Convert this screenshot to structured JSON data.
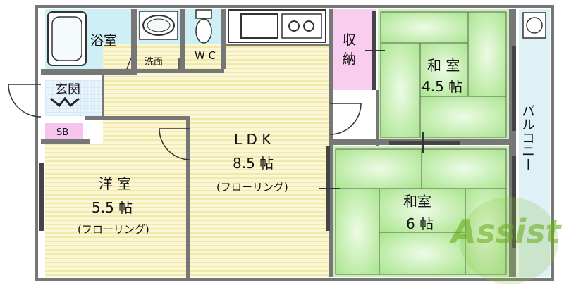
{
  "rooms": {
    "bath": "浴室",
    "washroom": "洗面",
    "wc": "W C",
    "entrance": "玄関",
    "shoebox": "SB",
    "storage_line1": "収",
    "storage_line2": "納",
    "washitsu_small_name": "和 室",
    "washitsu_small_size": "4.5 帖",
    "ldk_name": "L D K",
    "ldk_size": "8.5 帖",
    "ldk_floor": "(フローリング)",
    "youshitsu_name": "洋 室",
    "youshitsu_size": "5.5 帖",
    "youshitsu_floor": "(フローリング)",
    "washitsu_large_name": "和室",
    "washitsu_large_size": "6 帖",
    "balcony": "バルコニー"
  },
  "watermark": {
    "text": "Assist"
  },
  "colors": {
    "wall": "#777777",
    "floor_stripe": "#f4eeb8",
    "floor_base": "#fbf7d6",
    "tatami": "#d9f5c8",
    "tatami_dark": "#a8e48e",
    "bath_blue": "#cfeff7",
    "storage_pink": "#f8cdef",
    "balcony": "#dff0f7",
    "sb_pink": "#f6c4ef",
    "logo_green": "#7dbf2a"
  }
}
